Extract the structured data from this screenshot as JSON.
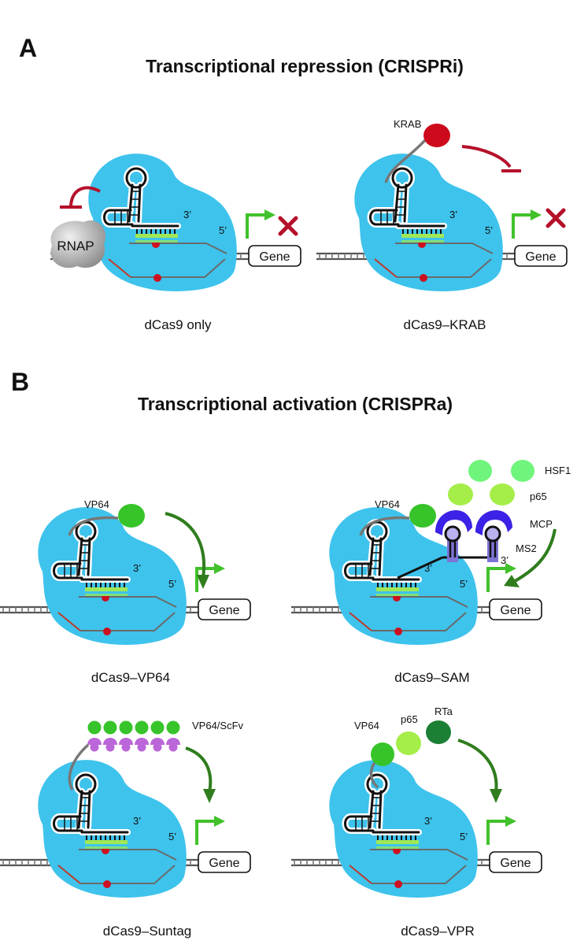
{
  "panel_a": {
    "letter": "A",
    "title": "Transcriptional repression (CRISPRi)",
    "left": {
      "caption": "dCas9 only",
      "polymerase": "RNAP",
      "gene": "Gene",
      "end3": "3’",
      "end5": "5’"
    },
    "right": {
      "caption": "dCas9–KRAB",
      "effector": "KRAB",
      "gene": "Gene",
      "end3": "3’",
      "end5": "5’"
    }
  },
  "panel_b": {
    "letter": "B",
    "title": "Transcriptional activation (CRISPRa)",
    "vp64": {
      "caption": "dCas9–VP64",
      "effector": "VP64",
      "gene": "Gene",
      "end3": "3’",
      "end5": "5’"
    },
    "sam": {
      "caption": "dCas9–SAM",
      "effector": "VP64",
      "hsf1": "HSF1",
      "p65": "p65",
      "mcp": "MCP",
      "ms2": "MS2",
      "gene": "Gene",
      "end3": "3’",
      "end5": "5’"
    },
    "suntag": {
      "caption": "dCas9–Suntag",
      "effector": "VP64/ScFv",
      "gene": "Gene",
      "end3": "3’",
      "end5": "5’"
    },
    "vpr": {
      "caption": "dCas9–VPR",
      "vp64": "VP64",
      "p65": "p65",
      "rta": "RTa",
      "gene": "Gene",
      "end3": "3’",
      "end5": "5’"
    }
  },
  "colors": {
    "dcas9": "#3ec3ec",
    "repression": "#b5102a",
    "tss_arrow": "#41c12b",
    "activation_arrow": "#2f7d1d",
    "vp64": "#37c42a",
    "p65": "#a5ee4a",
    "hsf1": "#6ff57c",
    "rta": "#1b7f34",
    "mcp": "#3b22e6",
    "scfv": "#bb66d9",
    "krab": "#cc0a1c",
    "rnap": "#a9a9a9"
  }
}
